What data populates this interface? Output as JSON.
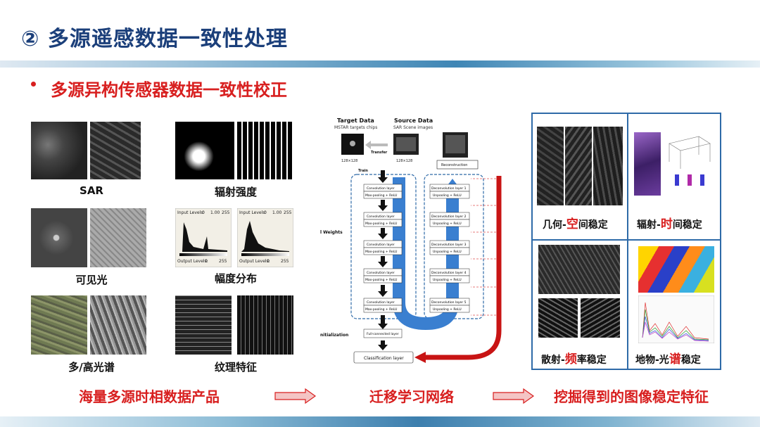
{
  "header": {
    "title": "② 多源遥感数据一致性处理"
  },
  "subtitle": "多源异构传感器数据一致性校正",
  "left_grid": {
    "labels": [
      "SAR",
      "辐射强度",
      "可见光",
      "幅度分布",
      "多/高光谱",
      "纹理特征"
    ],
    "hist": {
      "input_label": "Input Levels:",
      "input_vals": [
        "0",
        "1.00",
        "255"
      ],
      "output_label": "Output Levels:",
      "output_vals": [
        "0",
        "255"
      ]
    }
  },
  "network": {
    "target_data": "Target Data",
    "target_sub": "MSTAR targets chips",
    "source_data": "Source Data",
    "source_sub": "SAR Scene images",
    "transfer": "Transfer",
    "size": "128×128",
    "train": "Train",
    "weights": "l Weights",
    "initialization": "nitialization",
    "reconstruction": "Reconstruction",
    "conv": "Convolution layer",
    "pool": "Max-pooling + ReLU",
    "deconv": [
      "Deconvolution layer 1",
      "Deconvolution layer 2",
      "Deconvolution layer 3",
      "Deconvolution layer 4",
      "Deconvolution layer 5"
    ],
    "unpool": "Unpooling + ReLU",
    "fc": "Full-connected layer",
    "cls": "Classification layer"
  },
  "right_panel": {
    "cells": [
      {
        "pre": "几何-",
        "hl": "空",
        "post": "间稳定"
      },
      {
        "pre": "辐射-",
        "hl": "时",
        "post": "间稳定"
      },
      {
        "pre": "散射-",
        "hl": "频",
        "post": "率稳定"
      },
      {
        "pre": "地物-光",
        "hl": "谱",
        "post": "稳定"
      }
    ]
  },
  "footer": {
    "left": "海量多源时相数据产品",
    "middle": "迁移学习网络",
    "right": "挖掘得到的图像稳定特征"
  },
  "colors": {
    "title": "#1b3f7a",
    "accent": "#d81f1f",
    "panel_border": "#2e6aa8",
    "blue_arrow": "#3a7fd0",
    "red_arrow": "#c81414"
  }
}
